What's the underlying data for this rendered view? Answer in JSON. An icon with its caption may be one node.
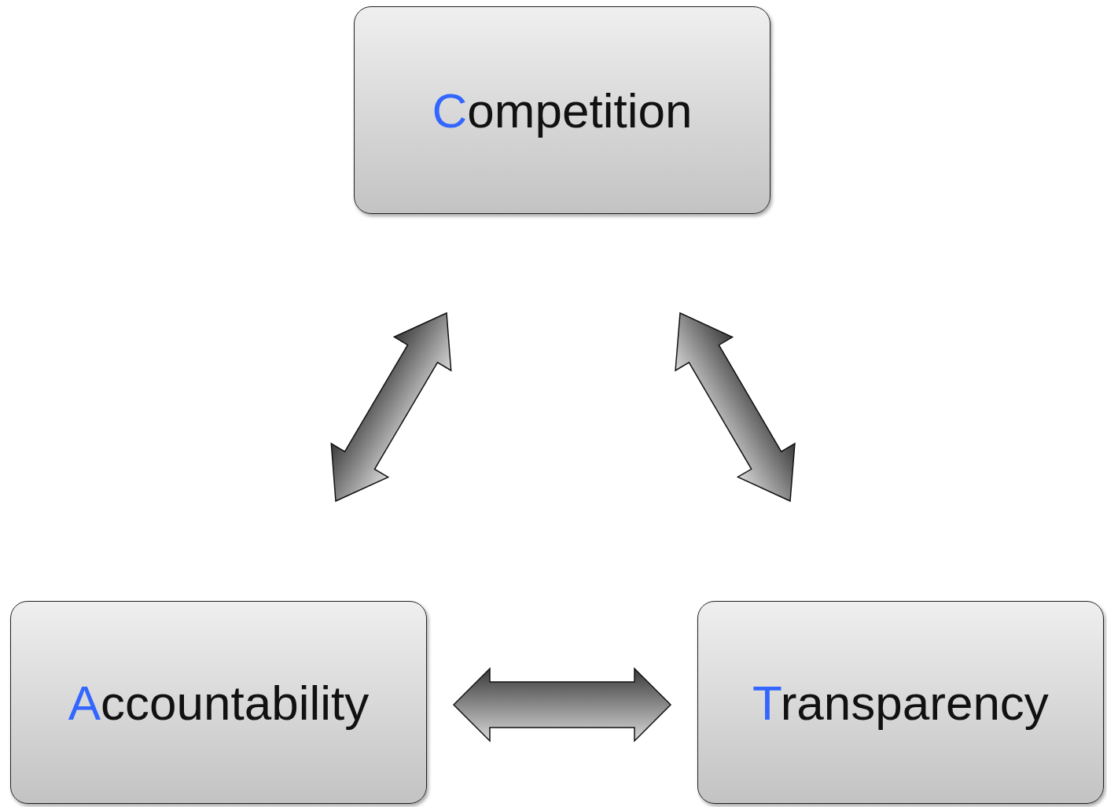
{
  "diagram": {
    "nodes": [
      {
        "text": [
          "Competition"
        ]
      },
      {
        "text": [
          "Accountability"
        ]
      },
      {
        "text": [
          "Transparency"
        ]
      }
    ],
    "edges": [
      {
        "from": 1,
        "to": 0,
        "arrow": "both"
      },
      {
        "from": 0,
        "to": 2,
        "arrow": "both"
      },
      {
        "from": 1,
        "to": 2,
        "arrow": "both"
      }
    ]
  }
}
